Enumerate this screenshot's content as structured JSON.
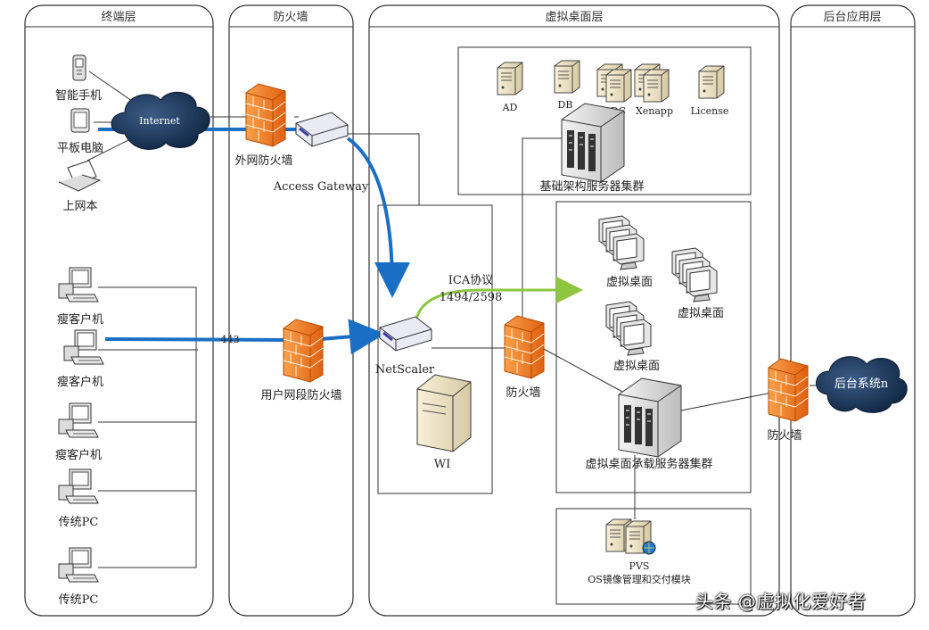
{
  "lanes": {
    "terminal": "终端层",
    "firewall": "防火墙",
    "vdesktop": "虚拟桌面层",
    "backend": "后台应用层"
  },
  "terminals": {
    "phone": "智能手机",
    "tablet": "平板电脑",
    "laptop": "上网本",
    "thin1": "瘦客户机",
    "thin2": "瘦客户机",
    "thin3": "瘦客户机",
    "pc1": "传统PC",
    "pc2": "传统PC"
  },
  "cloud_internet": "Internet",
  "firewalls": {
    "external": "外网防火墙",
    "user_segment": "用户网段防火墙",
    "inner": "防火墙",
    "backend": "防火墙"
  },
  "devices": {
    "access_gateway": "Access Gateway",
    "netscaler": "NetScaler",
    "wi": "WI"
  },
  "protocol": {
    "name": "ICA协议",
    "ports": "1494/2598",
    "port_443": "443"
  },
  "infra": {
    "ad": "AD",
    "db": "DB",
    "ddc": "DDC",
    "xenapp": "Xenapp",
    "license": "License",
    "cluster": "基础架构服务器集群"
  },
  "vdesk": {
    "d1": "虚拟桌面",
    "d2": "虚拟桌面",
    "d3": "虚拟桌面",
    "host_cluster": "虚拟桌面承载服务器集群"
  },
  "pvs": {
    "name": "PVS",
    "desc": "OS镜像管理和交付模块"
  },
  "backend_cloud": "后台系统n",
  "watermark": "头条 @虚拟化爱好者"
}
